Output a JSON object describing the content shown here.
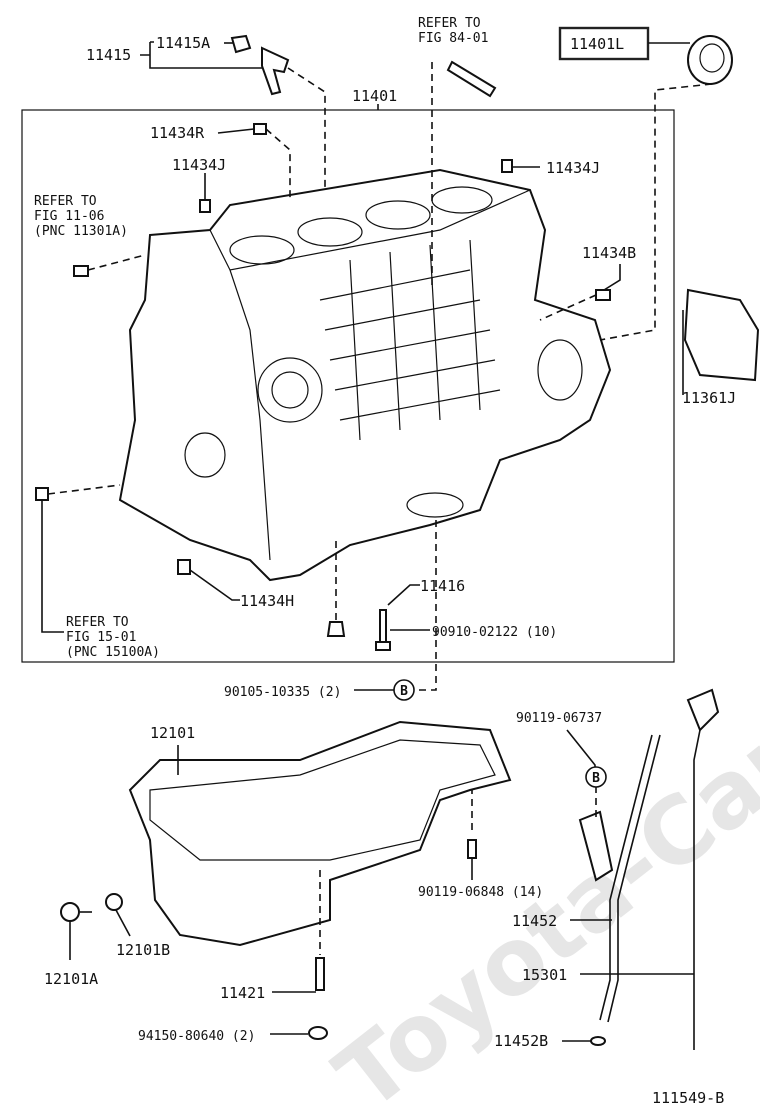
{
  "watermark": "Toyota-Carwire.ru",
  "diagram_id": "111549-B",
  "labels": {
    "p11401L": "11401L",
    "p11415": "11415",
    "p11415A": "11415A",
    "refer84_l1": "REFER TO",
    "refer84_l2": "FIG 84-01",
    "p11401": "11401",
    "p11434R": "11434R",
    "p11434J_left": "11434J",
    "p11434J_right": "11434J",
    "refer11_l1": "REFER TO",
    "refer11_l2": "FIG 11-06",
    "refer11_l3": "(PNC 11301A)",
    "p11434B": "11434B",
    "p11361J": "11361J",
    "p11416": "11416",
    "p11434H": "11434H",
    "p90910": "90910-02122 (10)",
    "refer15_l1": "REFER TO",
    "refer15_l2": "FIG 15-01",
    "refer15_l3": "(PNC 15100A)",
    "p90105": "90105-10335 (2)",
    "b_marker": "B",
    "p12101": "12101",
    "p90119_06737": "90119-06737",
    "b_marker2": "B",
    "p90119_06848": "90119-06848 (14)",
    "p11452": "11452",
    "p12101B": "12101B",
    "p12101A": "12101A",
    "p15301": "15301",
    "p11421": "11421",
    "p94150": "94150-80640 (2)",
    "p11452B": "11452B"
  }
}
